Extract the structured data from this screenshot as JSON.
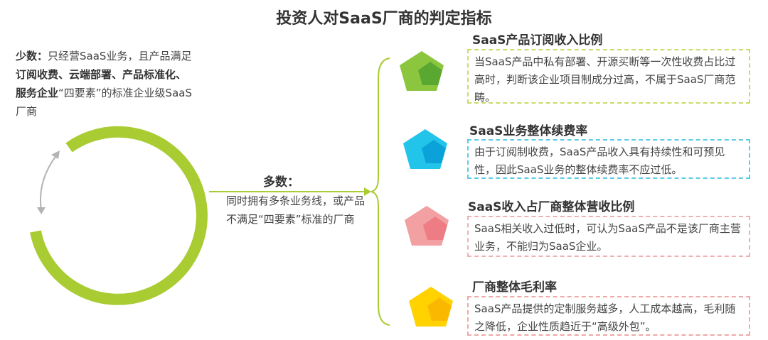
{
  "title": "投资人对SaaS厂商的判定指标",
  "minority": {
    "lead": "少数：",
    "text_1": "只经营SaaS业务，且产品满足",
    "bold_1": "订阅收费、云端部署、产品标准化、服务企业",
    "text_2": "“四要素”的标准企业级SaaS厂商"
  },
  "majority": {
    "title": "多数：",
    "desc": "同时拥有多条业务线，或产品不满足“四要素”标准的厂商"
  },
  "criteria": [
    {
      "title": "SaaS产品订阅收入比例",
      "desc": "当SaaS产品中私有部署、开源买断等一次性收费占比过高时，判断该企业项目制成分过高，不属于SaaS厂商范畴。",
      "color": "#8cc63f",
      "inner": "#5aa832",
      "border": "#c9dc6a"
    },
    {
      "title": "SaaS业务整体续费率",
      "desc": "由于订阅制收费，SaaS产品收入具有持续性和可预见性，因此SaaS业务的整体续费率不应过低。",
      "color": "#22c4ea",
      "inner": "#0aa2d8",
      "border": "#5ccbe6"
    },
    {
      "title": "SaaS收入占厂商整体营收比例",
      "desc": "SaaS相关收入过低时，可认为SaaS产品不是该厂商主营业务，不能归为SaaS企业。",
      "color": "#f2a0a2",
      "inner": "#ee7c84",
      "border": "#f0b0b2"
    },
    {
      "title": "厂商整体毛利率",
      "desc": "SaaS产品提供的定制服务越多，人工成本越高，毛利随之降低，企业性质趋近于“高级外包”。",
      "color": "#ffd200",
      "inner": "#fbb800",
      "border": "#f0a8a8"
    }
  ]
}
